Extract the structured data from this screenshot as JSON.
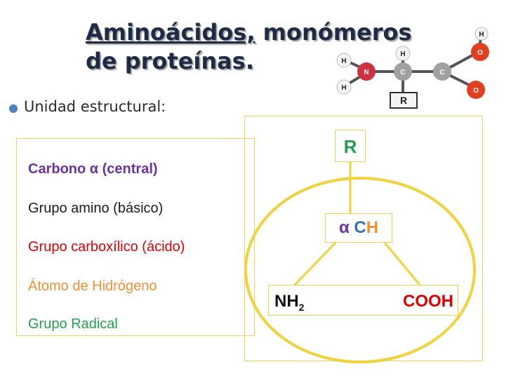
{
  "title": {
    "line1_part1": "Aminoácidos,",
    "line1_part2": " monómeros",
    "line2": "de proteínas."
  },
  "bullet": {
    "text": "Unidad estructural:"
  },
  "legend": {
    "carbono_label": "Carbono",
    "carbono_symbol": "α",
    "carbono_suffix": " (central)",
    "amino": "Grupo amino (básico)",
    "carboxilico": "Grupo carboxílico (ácido)",
    "hidrogeno": "Átomo de Hidrógeno",
    "radical": "Grupo Radical"
  },
  "diagram": {
    "r_label": "R",
    "alpha_symbol": "α",
    "c_label": "C",
    "h_label": "H",
    "nh_label": "NH",
    "nh_subscript": "2",
    "cooh_label": "COOH"
  },
  "molecule": {
    "atoms": {
      "h1": "H",
      "h2": "H",
      "n": "N",
      "h_top": "H",
      "c1": "C",
      "c2": "C",
      "h_o": "H",
      "o1": "O",
      "o2": "O",
      "r": "R"
    }
  },
  "colors": {
    "title": "#1f2a44",
    "carbono": "#7030a0",
    "amino": "#1a1a1a",
    "carboxilico": "#e00000",
    "hidrogeno": "#f09030",
    "radical": "#22a050",
    "frame": "#f2d45c",
    "ellipse": "#f2d23a",
    "molecule_n": "#d03040",
    "molecule_c": "#a0a0a0",
    "molecule_o": "#e04020"
  }
}
